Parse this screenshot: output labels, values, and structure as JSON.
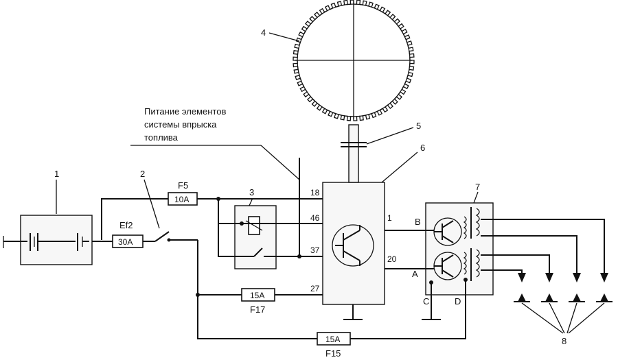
{
  "callouts": {
    "battery": "1",
    "ignition_switch": "2",
    "relay": "3",
    "rotor": "4",
    "sensor": "5",
    "ecu": "6",
    "ignition_module": "7",
    "spark_plugs": "8"
  },
  "fuses": {
    "f5": {
      "name": "F5",
      "rating": "10A"
    },
    "ef2": {
      "name": "Ef2",
      "rating": "30A"
    },
    "f17": {
      "name": "F17",
      "rating": "15A"
    },
    "f15": {
      "name": "F15",
      "rating": "15A"
    }
  },
  "ecu_pins": {
    "p18": "18",
    "p46": "46",
    "p37": "37",
    "p27": "27",
    "p1": "1",
    "p20": "20"
  },
  "module_terminals": {
    "a": "A",
    "b": "B",
    "c": "C",
    "d": "D"
  },
  "note": {
    "line1": "Питание элементов",
    "line2": "системы впрыска",
    "line3": "топлива"
  }
}
